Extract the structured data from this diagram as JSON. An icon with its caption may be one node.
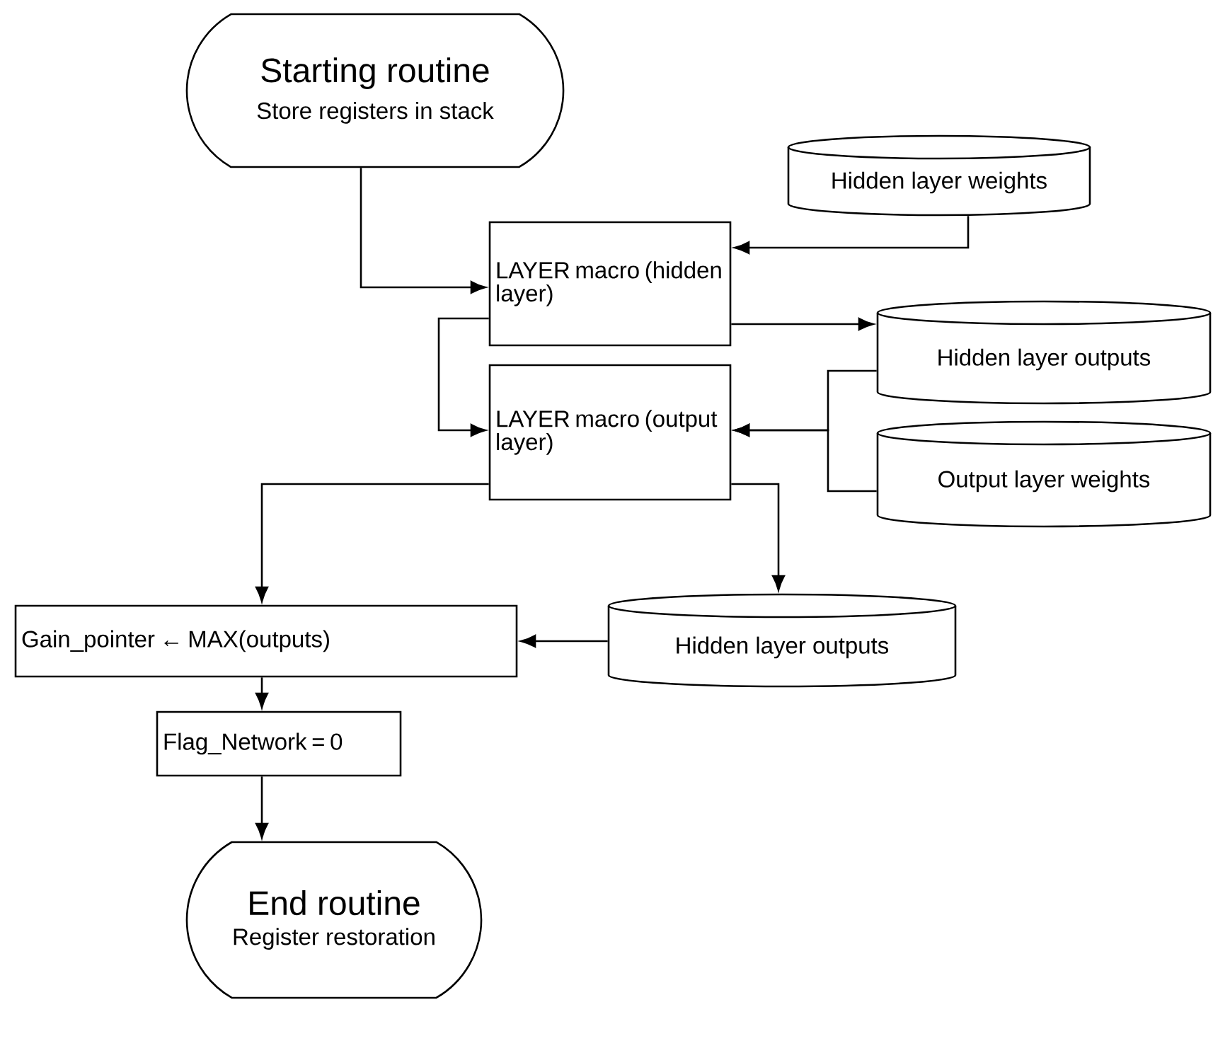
{
  "diagram": {
    "nodes": [
      {
        "text": [
          "Starting routine",
          "Store registers in stack"
        ]
      },
      {
        "text": [
          "Hidden layer weights"
        ]
      },
      {
        "text": [
          "LAYER macro (hidden layer)"
        ]
      },
      {
        "text": [
          "Hidden layer outputs"
        ]
      },
      {
        "text": [
          "LAYER macro (output layer)"
        ]
      },
      {
        "text": [
          "Output layer weights"
        ]
      },
      {
        "text": [
          "Gain_pointer ← MAX(outputs)"
        ]
      },
      {
        "text": [
          "Hidden layer outputs"
        ]
      },
      {
        "text": [
          "Flag_Network = 0"
        ]
      },
      {
        "text": [
          "End routine",
          "Register restoration"
        ]
      }
    ],
    "edges": [
      {
        "from": 0,
        "to": 2,
        "arrow": "to"
      },
      {
        "from": 1,
        "to": 2,
        "arrow": "to"
      },
      {
        "from": 2,
        "to": 3,
        "arrow": "to"
      },
      {
        "from": 2,
        "to": 4,
        "arrow": "to"
      },
      {
        "from": 3,
        "to": 4,
        "arrow": "to"
      },
      {
        "from": 5,
        "to": 4,
        "arrow": "to"
      },
      {
        "from": 4,
        "to": 6,
        "arrow": "to"
      },
      {
        "from": 4,
        "to": 7,
        "arrow": "to"
      },
      {
        "from": 7,
        "to": 6,
        "arrow": "to"
      },
      {
        "from": 6,
        "to": 8,
        "arrow": "to"
      },
      {
        "from": 8,
        "to": 9,
        "arrow": "to"
      }
    ]
  }
}
